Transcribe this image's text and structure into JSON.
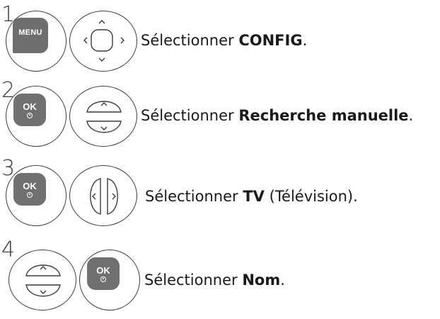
{
  "steps": [
    {
      "number": "1",
      "keys": [
        "menu-button",
        "navigation-pad"
      ],
      "menu_label": "MENU",
      "text_prefix": "Sélectionner ",
      "text_bold": "CONFIG",
      "text_suffix": "."
    },
    {
      "number": "2",
      "keys": [
        "ok-button",
        "up-down-buttons"
      ],
      "ok_label": "OK",
      "text_prefix": "Sélectionner ",
      "text_bold": "Recherche manuelle",
      "text_suffix": "."
    },
    {
      "number": "3",
      "keys": [
        "ok-button",
        "left-right-buttons"
      ],
      "ok_label": "OK",
      "text_prefix": "Sélectionner ",
      "text_bold": "TV",
      "text_suffix": " (Télévision)."
    },
    {
      "number": "4",
      "keys": [
        "up-down-buttons",
        "ok-button"
      ],
      "ok_label": "OK",
      "text_prefix": "Sélectionner ",
      "text_bold": "Nom",
      "text_suffix": "."
    }
  ]
}
